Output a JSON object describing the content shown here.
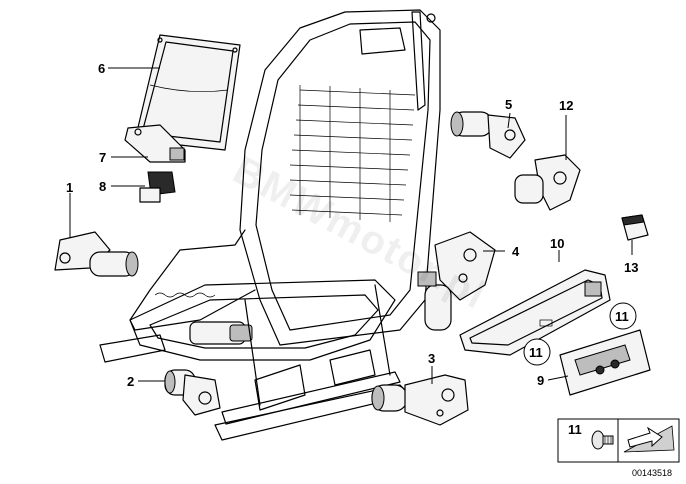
{
  "callouts": [
    {
      "id": "c1",
      "label": "1"
    },
    {
      "id": "c2",
      "label": "2"
    },
    {
      "id": "c3",
      "label": "3"
    },
    {
      "id": "c4",
      "label": "4"
    },
    {
      "id": "c5",
      "label": "5"
    },
    {
      "id": "c6",
      "label": "6"
    },
    {
      "id": "c7",
      "label": "7"
    },
    {
      "id": "c8",
      "label": "8"
    },
    {
      "id": "c9",
      "label": "9"
    },
    {
      "id": "c10",
      "label": "10"
    },
    {
      "id": "c11a",
      "label": "11"
    },
    {
      "id": "c11b",
      "label": "11"
    },
    {
      "id": "c12",
      "label": "12"
    },
    {
      "id": "c13",
      "label": "13"
    }
  ],
  "legend": {
    "label": "11"
  },
  "watermark": "BMWmotor.pl",
  "reference_number": "00143518"
}
